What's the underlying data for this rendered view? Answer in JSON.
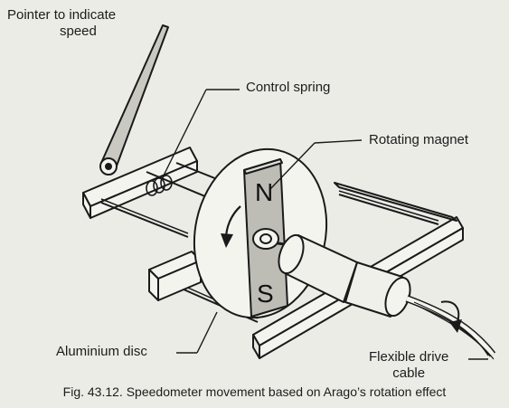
{
  "labels": {
    "pointer_line1": "Pointer to indicate",
    "pointer_line2": "speed",
    "control_spring": "Control spring",
    "rotating_magnet": "Rotating magnet",
    "aluminium_disc": "Aluminium disc",
    "flexible_line1": "Flexible drive",
    "flexible_line2": "cable"
  },
  "magnet_poles": {
    "north": "N",
    "south": "S"
  },
  "caption": "Fig. 43.12. Speedometer movement based on Arago’s rotation effect"
}
